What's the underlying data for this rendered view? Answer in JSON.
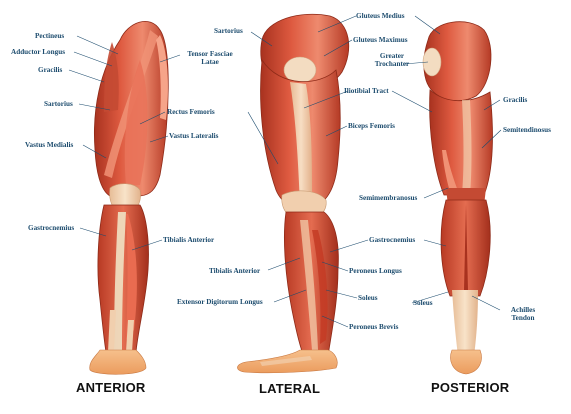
{
  "views": {
    "anterior": "ANTERIOR",
    "lateral": "LATERAL",
    "posterior": "POSTERIOR"
  },
  "labels": {
    "pectineus": "Pectineus",
    "adductor_longus": "Adductor Longus",
    "gracilis_anterior": "Gracilis",
    "sartorius_anterior": "Sartorius",
    "vastus_medialis": "Vastus Medialis",
    "gastrocnemius_anterior": "Gastrocnemius",
    "tensor_fasciae_latae_1": "Tensor Fasciae",
    "tensor_fasciae_latae_2": "Latae",
    "rectus_femoris": "Rectus Femoris",
    "vastus_lateralis": "Vastus Lateralis",
    "tibialis_anterior_anterior": "Tibialis Anterior",
    "sartorius_lateral": "Sartorius",
    "gluteus_medius": "Gluteus Medius",
    "gluteus_maximus": "Gluteus Maximus",
    "greater_trochanter_1": "Greater",
    "greater_trochanter_2": "Trochanter",
    "iliotibial_tract": "Iliotibial Tract",
    "biceps_femoris": "Biceps Femoris",
    "semimembranosus": "Semimembranosus",
    "gastrocnemius_lateral": "Gastrocnemius",
    "tibialis_anterior_lateral": "Tibialis Anterior",
    "peroneus_longus": "Peroneus Longus",
    "extensor_digitorum_longus": "Extensor Digitorum Longus",
    "soleus_lateral": "Soleus",
    "peroneus_brevis": "Peroneus Brevis",
    "gracilis_posterior": "Gracilis",
    "semitendinosus": "Semitendinosus",
    "soleus_posterior": "Soleus",
    "achilles_tendon_1": "Achilles",
    "achilles_tendon_2": "Tendon"
  },
  "colors": {
    "muscle": "#d9533c",
    "muscle_dark": "#a8321f",
    "muscle_light": "#ee8a6e",
    "tendon": "#f1cfae",
    "bone": "#efe2c4",
    "skin": "#f4b27a",
    "label": "#1d4c6e",
    "leader": "#1d4c6e"
  }
}
